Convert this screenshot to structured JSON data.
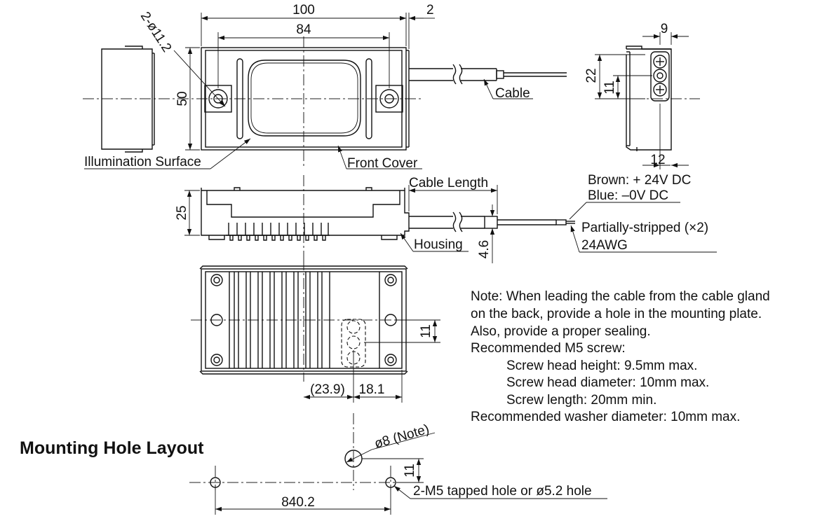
{
  "dimensions": {
    "width_100": "100",
    "offset_2": "2",
    "hole_pitch_84": "84",
    "holes_2x": "2-ø11.2",
    "height_50": "50",
    "side_9": "9",
    "side_22": "22",
    "side_11": "11",
    "side_12": "12",
    "height_25": "25",
    "cable_4_6": "4.6",
    "bottom_11": "11",
    "bottom_23_9": "(23.9)",
    "bottom_18_1": "18.1",
    "mount_11": "11",
    "mount_840_2": "840.2"
  },
  "labels": {
    "cable": "Cable",
    "illumination_surface": "Illumination Surface",
    "front_cover": "Front Cover",
    "cable_length": "Cable Length",
    "brown_wire": "Brown: + 24V DC",
    "blue_wire": "Blue: –0V DC",
    "partially_stripped": "Partially-stripped (×2)",
    "awg": "24AWG",
    "housing": "Housing",
    "hole_note": "ø8 (Note)",
    "tapped_hole": "2-M5 tapped hole or ø5.2 hole"
  },
  "note": {
    "lines": [
      "Note: When leading the cable from the cable gland",
      "on the back, provide a hole in the mounting plate.",
      "Also, provide a proper sealing.",
      "Recommended M5 screw:",
      "Screw head height: 9.5mm max.",
      "Screw head diameter: 10mm max.",
      "Screw length: 20mm min.",
      "Recommended washer diameter: 10mm max."
    ]
  },
  "mounting_title": "Mounting Hole Layout"
}
